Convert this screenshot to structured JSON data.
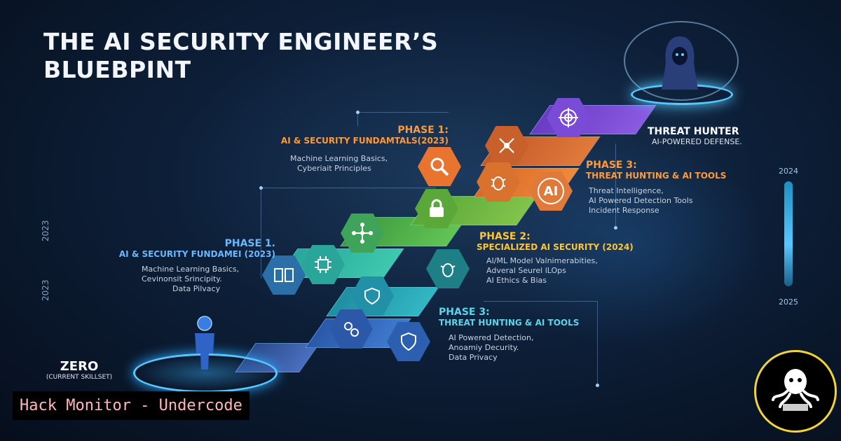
{
  "title": {
    "line1": "THE AI SECURITY ENGINEER’S",
    "line2": "BLUEBPINT"
  },
  "phases": [
    {
      "heading": "PHASE 1:",
      "subtitle": "AI & SECURITY FUNDAMTALS(2023)",
      "items": [
        "Machine Learning Basics,",
        "Cyberiait Principles"
      ]
    },
    {
      "heading": "PHASE 3:",
      "subtitle": "THREAT HUNTING & AI TOOLS",
      "items": [
        "Threat Intelligence,",
        "AI Powered Detection Tools",
        "Incident Response"
      ]
    },
    {
      "heading": "PHASE 1.",
      "subtitle": "AI & SECURITY FUNDAMEI (2023)",
      "items": [
        "Machine Learning Basics,",
        "Cevinonsit Srincipity.",
        "Data Pilvacy"
      ]
    },
    {
      "heading": "PHASE 2:",
      "subtitle": "SPECIALIZED AI SECURITY (2024)",
      "items": [
        "AI/ML Model Valnimerabities,",
        "Adveral Seurel lLOps",
        "AI Ethics & Bias"
      ]
    },
    {
      "heading": "PHASE 3:",
      "subtitle": "THREAT HUNTING & AI TOOLS",
      "items": [
        "AI Powered Detection,",
        "Anoamiy Decurity.",
        "Data Privacy"
      ]
    }
  ],
  "goal": {
    "title": "THREAT HUNTER",
    "subtitle": "AI-POWERED DEFENSE."
  },
  "start": {
    "title": "ZERO",
    "subtitle": "(CURRENT SKILLSET)"
  },
  "timeline": {
    "top": "2024",
    "bottom": "2025"
  },
  "side_years": [
    "2023",
    "2023"
  ],
  "ai_badge": "AI",
  "watermark": "Hack Monitor - Undercode",
  "colors": {
    "orange": "#ff9a3c",
    "blue": "#6ab8ff",
    "yellow": "#ffc43a",
    "teal": "#5fd4e8",
    "purple": "#7a4bd6",
    "green": "#5aa83a"
  }
}
